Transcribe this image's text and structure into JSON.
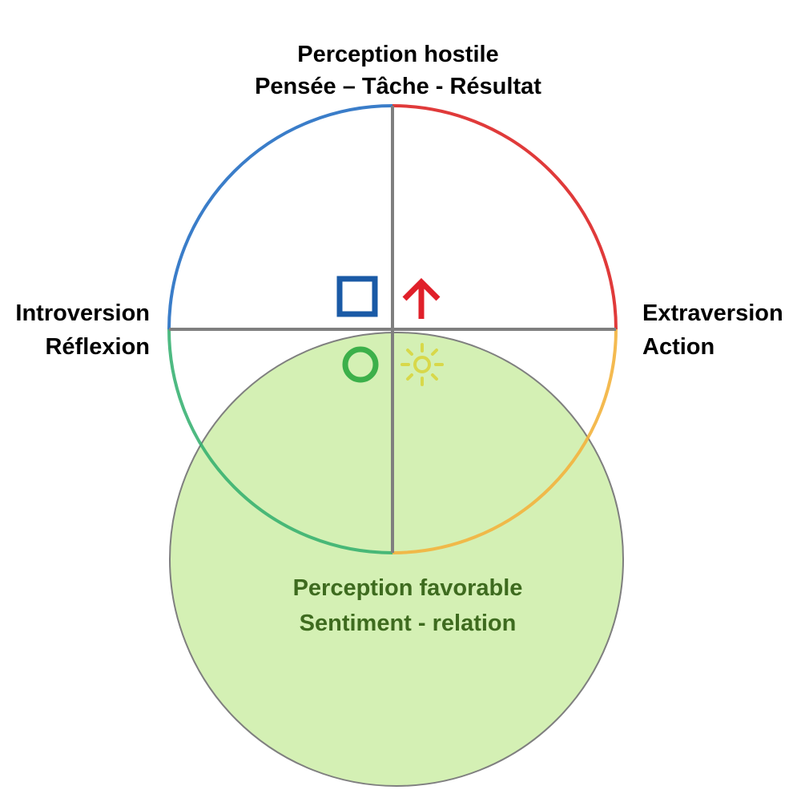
{
  "labels": {
    "top_line1": "Perception hostile",
    "top_line2": "Pensée – Tâche - Résultat",
    "left_line1": "Introversion",
    "left_line2": "Réflexion",
    "right_line1": "Extraversion",
    "right_line2": "Action",
    "bottom_line1": "Perception favorable",
    "bottom_line2": "Sentiment - relation"
  },
  "colors": {
    "quadrant_top_left": "#3a7dc9",
    "quadrant_top_right": "#e03a3a",
    "quadrant_bottom_left": "#2fae6c",
    "quadrant_bottom_right": "#f3b33d",
    "axes": "#7f7f7f",
    "favorable_fill": "#d4f0b4",
    "favorable_text": "#3e6b1f",
    "square_symbol": "#1a5aa6",
    "arrow_symbol": "#e0202a",
    "circle_symbol": "#3cb04a",
    "sun_symbol": "#d8d84a"
  },
  "symbols": {
    "top_left": "square-icon",
    "top_right": "arrow-up-icon",
    "bottom_left": "circle-icon",
    "bottom_right": "sun-icon"
  }
}
